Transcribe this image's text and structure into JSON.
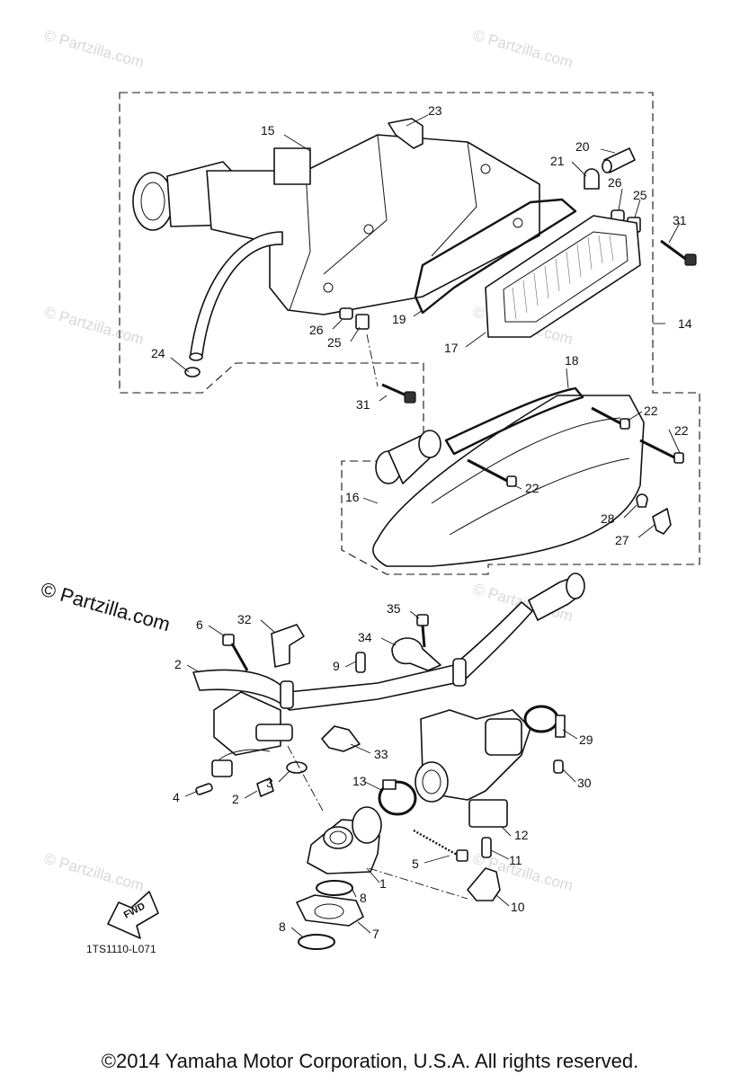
{
  "diagram": {
    "code": "1TS1110-L071",
    "fwd_label": "FWD",
    "copyright": "©2014 Yamaha Motor Corporation, U.S.A. All rights reserved.",
    "logo_watermark": "© Partzilla.com",
    "background_watermark": "© Partzilla.com"
  },
  "callouts": [
    {
      "id": "c23",
      "text": "23"
    },
    {
      "id": "c15",
      "text": "15"
    },
    {
      "id": "c20",
      "text": "20"
    },
    {
      "id": "c21",
      "text": "21"
    },
    {
      "id": "c26a",
      "text": "26"
    },
    {
      "id": "c25a",
      "text": "25"
    },
    {
      "id": "c31a",
      "text": "31"
    },
    {
      "id": "c14",
      "text": "14"
    },
    {
      "id": "c19",
      "text": "19"
    },
    {
      "id": "c17",
      "text": "17"
    },
    {
      "id": "c26b",
      "text": "26"
    },
    {
      "id": "c25b",
      "text": "25"
    },
    {
      "id": "c24",
      "text": "24"
    },
    {
      "id": "c31b",
      "text": "31"
    },
    {
      "id": "c18",
      "text": "18"
    },
    {
      "id": "c22a",
      "text": "22"
    },
    {
      "id": "c22b",
      "text": "22"
    },
    {
      "id": "c22c",
      "text": "22"
    },
    {
      "id": "c16",
      "text": "16"
    },
    {
      "id": "c28",
      "text": "28"
    },
    {
      "id": "c27",
      "text": "27"
    },
    {
      "id": "c35",
      "text": "35"
    },
    {
      "id": "c6",
      "text": "6"
    },
    {
      "id": "c32",
      "text": "32"
    },
    {
      "id": "c34",
      "text": "34"
    },
    {
      "id": "c2a",
      "text": "2"
    },
    {
      "id": "c9",
      "text": "9"
    },
    {
      "id": "c29",
      "text": "29"
    },
    {
      "id": "c33",
      "text": "33"
    },
    {
      "id": "c13",
      "text": "13"
    },
    {
      "id": "c3",
      "text": "3"
    },
    {
      "id": "c30",
      "text": "30"
    },
    {
      "id": "c4",
      "text": "4"
    },
    {
      "id": "c2b",
      "text": "2"
    },
    {
      "id": "c12",
      "text": "12"
    },
    {
      "id": "c11",
      "text": "11"
    },
    {
      "id": "c5",
      "text": "5"
    },
    {
      "id": "c1",
      "text": "1"
    },
    {
      "id": "c8a",
      "text": "8"
    },
    {
      "id": "c10",
      "text": "10"
    },
    {
      "id": "c7",
      "text": "7"
    },
    {
      "id": "c8b",
      "text": "8"
    }
  ]
}
